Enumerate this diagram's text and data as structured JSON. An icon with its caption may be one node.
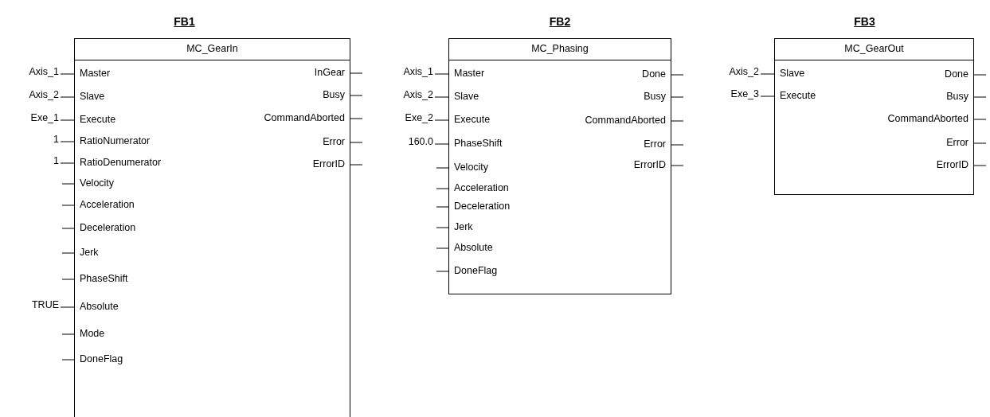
{
  "diagram": {
    "nodes": [
      {
        "text": [
          "FB1",
          "MC_GearIn"
        ]
      },
      {
        "text": [
          "Master"
        ],
        "in": 0
      },
      {
        "text": [
          "Slave"
        ],
        "in": 0
      },
      {
        "text": [
          "Execute"
        ],
        "in": 0
      },
      {
        "text": [
          "RatioNumerator"
        ],
        "in": 0
      },
      {
        "text": [
          "RatioDenumerator"
        ],
        "in": 0
      },
      {
        "text": [
          "Velocity"
        ],
        "in": 0
      },
      {
        "text": [
          "Acceleration"
        ],
        "in": 0
      },
      {
        "text": [
          "Deceleration"
        ],
        "in": 0
      },
      {
        "text": [
          "Jerk"
        ],
        "in": 0
      },
      {
        "text": [
          "PhaseShift"
        ],
        "in": 0
      },
      {
        "text": [
          "Absolute"
        ],
        "in": 0
      },
      {
        "text": [
          "Mode"
        ],
        "in": 0
      },
      {
        "text": [
          "DoneFlag"
        ],
        "in": 0
      },
      {
        "text": [
          "InGear"
        ],
        "in": 0
      },
      {
        "text": [
          "Busy"
        ],
        "in": 0
      },
      {
        "text": [
          "CommandAborted"
        ],
        "in": 0
      },
      {
        "text": [
          "Error"
        ],
        "in": 0
      },
      {
        "text": [
          "ErrorID"
        ],
        "in": 0
      },
      {
        "text": [
          "FB2",
          "MC_Phasing"
        ]
      },
      {
        "text": [
          "Master"
        ],
        "in": 19
      },
      {
        "text": [
          "Slave"
        ],
        "in": 19
      },
      {
        "text": [
          "Execute"
        ],
        "in": 19
      },
      {
        "text": [
          "PhaseShift"
        ],
        "in": 19
      },
      {
        "text": [
          "Velocity"
        ],
        "in": 19
      },
      {
        "text": [
          "Acceleration"
        ],
        "in": 19
      },
      {
        "text": [
          "Deceleration"
        ],
        "in": 19
      },
      {
        "text": [
          "Jerk"
        ],
        "in": 19
      },
      {
        "text": [
          "Absolute"
        ],
        "in": 19
      },
      {
        "text": [
          "DoneFlag"
        ],
        "in": 19
      },
      {
        "text": [
          "Done"
        ],
        "in": 19
      },
      {
        "text": [
          "Busy"
        ],
        "in": 19
      },
      {
        "text": [
          "CommandAborted"
        ],
        "in": 19
      },
      {
        "text": [
          "Error"
        ],
        "in": 19
      },
      {
        "text": [
          "ErrorID"
        ],
        "in": 19
      },
      {
        "text": [
          "FB3",
          "MC_GearOut"
        ]
      },
      {
        "text": [
          "Slave"
        ],
        "in": 35
      },
      {
        "text": [
          "Execute"
        ],
        "in": 35
      },
      {
        "text": [
          "Done"
        ],
        "in": 35
      },
      {
        "text": [
          "Busy"
        ],
        "in": 35
      },
      {
        "text": [
          "CommandAborted"
        ],
        "in": 35
      },
      {
        "text": [
          "Error"
        ],
        "in": 35
      },
      {
        "text": [
          "ErrorID"
        ],
        "in": 35
      },
      {
        "text": [
          "Axis_1"
        ]
      },
      {
        "text": [
          "Axis_2"
        ]
      },
      {
        "text": [
          "Exe_1"
        ]
      },
      {
        "text": [
          "1"
        ]
      },
      {
        "text": [
          "1"
        ]
      },
      {
        "text": [
          "TRUE"
        ]
      },
      {
        "text": [
          "Axis_1"
        ]
      },
      {
        "text": [
          "Axis_2"
        ]
      },
      {
        "text": [
          "Exe_2"
        ]
      },
      {
        "text": [
          "160.0"
        ]
      },
      {
        "text": [
          "Axis_2"
        ]
      },
      {
        "text": [
          "Exe_3"
        ]
      }
    ],
    "edges": [
      {
        "from": 43,
        "to": 1,
        "arrow": "none"
      },
      {
        "from": 44,
        "to": 2,
        "arrow": "none"
      },
      {
        "from": 45,
        "to": 3,
        "arrow": "none"
      },
      {
        "from": 46,
        "to": 4,
        "arrow": "none"
      },
      {
        "from": 47,
        "to": 5,
        "arrow": "none"
      },
      {
        "from": null,
        "to": 6,
        "arrow": "none"
      },
      {
        "from": null,
        "to": 7,
        "arrow": "none"
      },
      {
        "from": null,
        "to": 8,
        "arrow": "none"
      },
      {
        "from": null,
        "to": 9,
        "arrow": "none"
      },
      {
        "from": null,
        "to": 10,
        "arrow": "none"
      },
      {
        "from": 48,
        "to": 11,
        "arrow": "none"
      },
      {
        "from": null,
        "to": 12,
        "arrow": "none"
      },
      {
        "from": null,
        "to": 13,
        "arrow": "none"
      },
      {
        "from": 14,
        "to": null,
        "arrow": "none"
      },
      {
        "from": 15,
        "to": null,
        "arrow": "none"
      },
      {
        "from": 16,
        "to": null,
        "arrow": "none"
      },
      {
        "from": 17,
        "to": null,
        "arrow": "none"
      },
      {
        "from": 18,
        "to": null,
        "arrow": "none"
      },
      {
        "from": 49,
        "to": 20,
        "arrow": "none"
      },
      {
        "from": 50,
        "to": 21,
        "arrow": "none"
      },
      {
        "from": 51,
        "to": 22,
        "arrow": "none"
      },
      {
        "from": 52,
        "to": 23,
        "arrow": "none"
      },
      {
        "from": null,
        "to": 24,
        "arrow": "none"
      },
      {
        "from": null,
        "to": 25,
        "arrow": "none"
      },
      {
        "from": null,
        "to": 26,
        "arrow": "none"
      },
      {
        "from": null,
        "to": 27,
        "arrow": "none"
      },
      {
        "from": null,
        "to": 28,
        "arrow": "none"
      },
      {
        "from": null,
        "to": 29,
        "arrow": "none"
      },
      {
        "from": 30,
        "to": null,
        "arrow": "none"
      },
      {
        "from": 31,
        "to": null,
        "arrow": "none"
      },
      {
        "from": 32,
        "to": null,
        "arrow": "none"
      },
      {
        "from": 33,
        "to": null,
        "arrow": "none"
      },
      {
        "from": 34,
        "to": null,
        "arrow": "none"
      },
      {
        "from": 53,
        "to": 36,
        "arrow": "none"
      },
      {
        "from": 54,
        "to": 37,
        "arrow": "none"
      },
      {
        "from": 38,
        "to": null,
        "arrow": "none"
      },
      {
        "from": 39,
        "to": null,
        "arrow": "none"
      },
      {
        "from": 40,
        "to": null,
        "arrow": "none"
      },
      {
        "from": 41,
        "to": null,
        "arrow": "none"
      },
      {
        "from": 42,
        "to": null,
        "arrow": "none"
      }
    ]
  }
}
